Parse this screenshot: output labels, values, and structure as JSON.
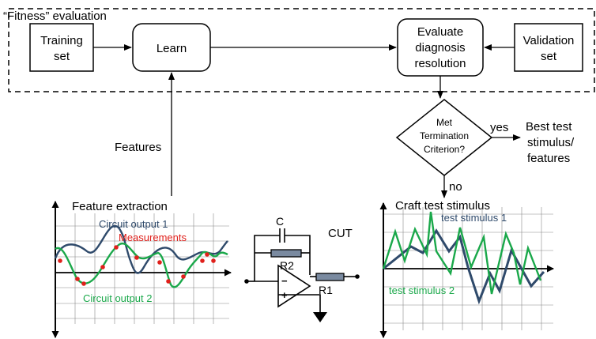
{
  "fitness": {
    "frame_label": "“Fitness” evaluation",
    "training_set": [
      "Training",
      "set"
    ],
    "learn": "Learn",
    "evaluate": [
      "Evaluate",
      "diagnosis",
      "resolution"
    ],
    "validation_set": [
      "Validation",
      "set"
    ]
  },
  "decision": {
    "question": [
      "Met",
      "Termination",
      "Criterion?"
    ],
    "yes_label": "yes",
    "no_label": "no",
    "result": [
      "Best test",
      "stimulus/",
      "features"
    ]
  },
  "features_label": "Features",
  "left_plot": {
    "title": "Feature extraction",
    "circuit_output_1": "Circuit output 1",
    "measurements": "Measurements",
    "circuit_output_2": "Circuit output 2"
  },
  "circuit": {
    "capacitor_label": "C",
    "r2_label": "R2",
    "r1_label": "R1",
    "cut_label": "CUT",
    "minus_sign": "−",
    "plus_sign": "+"
  },
  "right_plot": {
    "title": "Craft test stimulus",
    "stimulus_1": "test stimulus 1",
    "stimulus_2": "test stimulus 2"
  },
  "colors": {
    "navy": "#2f4a6b",
    "green": "#1aa84a",
    "red": "#e0201b",
    "resistor_fill": "#7a8aa0"
  }
}
